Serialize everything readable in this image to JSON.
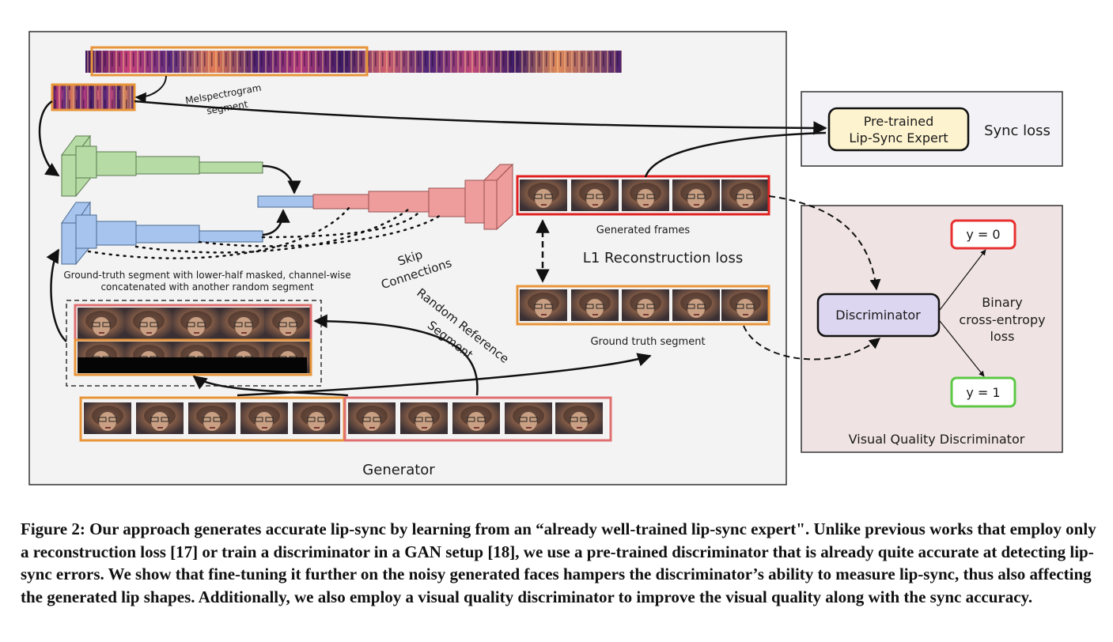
{
  "figure": {
    "generator_label": "Generator",
    "melspectrogram_label": [
      "Melspectrogram",
      "segment"
    ],
    "expert_label": [
      "Pre-trained",
      "Lip-Sync Expert"
    ],
    "sync_loss_label": "Sync loss",
    "generated_frames_label": "Generated frames",
    "l1_loss_label": "L1 Reconstruction loss",
    "ground_truth_label": "Ground truth segment",
    "skip_connections_label": [
      "Skip",
      "Connections"
    ],
    "random_reference_label": [
      "Random Reference",
      "Segment"
    ],
    "masked_input_label": [
      "Ground-truth segment with lower-half masked, channel-wise",
      "concatenated with another random segment"
    ],
    "discriminator_label": "Discriminator",
    "bce_label": [
      "Binary",
      "cross-entropy",
      "loss"
    ],
    "y0_label": "y = 0",
    "y1_label": "y = 1",
    "vqd_label": "Visual Quality Discriminator",
    "colors": {
      "ground_truth_border": "#e8953a",
      "reference_border": "#e07070",
      "generated_border": "#e02020",
      "y0_border": "#e83030",
      "y1_border": "#5cc845",
      "expert_fill": "#fdf3cf",
      "discriminator_fill": "#ddd6f0",
      "encoder_audio": "#b7dba4",
      "encoder_face": "#a7c4ee",
      "decoder": "#ee9c9c",
      "generator_panel": "#f3f3f3",
      "vqd_panel": "#f0e3e3",
      "sync_panel": "#f2f2f7"
    }
  },
  "caption": "Figure 2: Our approach generates accurate lip-sync by learning from an “already well-trained lip-sync expert\". Unlike previous works that employ only a reconstruction loss [17] or train a discriminator in a GAN setup [18], we use a pre-trained discriminator that is already quite accurate at detecting lip-sync errors. We show that fine-tuning it further on the noisy generated faces hampers the discriminator’s ability to measure lip-sync, thus also affecting the generated lip shapes. Additionally, we also employ a visual quality discriminator to improve the visual quality along with the sync accuracy."
}
